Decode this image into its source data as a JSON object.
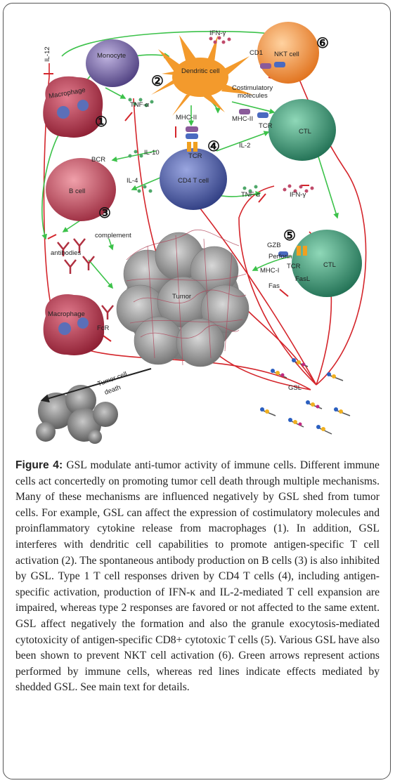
{
  "figure": {
    "colors": {
      "activation_arrow": "#3cc24a",
      "inhibition_line": "#d4252b",
      "macrophage": "#b8304a",
      "b_cell": "#c2475c",
      "cd4": "#4a5aa0",
      "ctl": "#2f8f6a",
      "nkt": "#f08a2a",
      "dendritic": "#f39a2c",
      "monocyte": "#6d5a9a",
      "tumor": "#9a9a9a"
    },
    "labels": {
      "il12": "IL-12",
      "monocyte": "Monocyte",
      "ifn_top": "IFN-γ",
      "cd1": "CD1",
      "nkt": "NKT cell",
      "dendritic": "Dendritic cell",
      "costim": "Costimulatory\nmolecules",
      "macrophage_top": "Macrophage",
      "tnf_top": "TNF-α",
      "mhc2_left": "MHC-II",
      "mhc2_right": "MHC-II",
      "tcr_left": "TCR",
      "tcr_right": "TCR",
      "ctl_top": "CTL",
      "bcr": "BCR",
      "il10": "IL-10",
      "il4": "IL-4",
      "il2": "IL-2",
      "b_cell": "B cell",
      "cd4": "CD4 T cell",
      "tnf_mid": "TNF-α",
      "ifn_mid": "IFN-γ",
      "complement": "complement",
      "antibodies": "antibodies",
      "gzb": "GZB",
      "perforin": "Perforin",
      "mhc1": "MHC-I",
      "tcr_ctl2": "TCR",
      "fasl": "FasL",
      "fas": "Fas",
      "ctl_bottom": "CTL",
      "macrophage_bottom": "Macrophage",
      "fcr": "FcR",
      "tumor": "Tumor",
      "tumor_death": "Tumor cell\ndeath",
      "gsl": "GSL"
    },
    "numbers": {
      "n1": "①",
      "n2": "②",
      "n3": "③",
      "n4": "④",
      "n5": "⑤",
      "n6": "⑥"
    }
  },
  "caption": {
    "label": "Figure 4:",
    "text": "GSL modulate anti-tumor activity of immune cells. Different immune cells act concertedly on promoting tumor cell death through multiple mechanisms. Many of these mechanisms are influenced negatively by GSL shed from tumor cells. For example, GSL can affect the expression of costimulatory molecules and proinflammatory cytokine release from macrophages (1). In addition, GSL interferes with dendritic cell capabilities to promote antigen-specific T cell activation (2). The spontaneous antibody production on B cells (3) is also inhibited by GSL. Type 1 T cell responses driven by CD4 T cells (4), including antigen-specific activation, production of IFN-κ and IL-2-mediated T cell expansion are impaired, whereas type 2 responses are favored or not affected to the same extent. GSL affect negatively the formation and also the granule exocytosis-mediated cytotoxicity of antigen-specific CD8+ cytotoxic T cells (5). Various GSL have also been shown to prevent NKT cell activation (6). Green arrows represent actions performed by immune cells, whereas red lines indicate effects mediated by shedded GSL. See main text for details."
  }
}
